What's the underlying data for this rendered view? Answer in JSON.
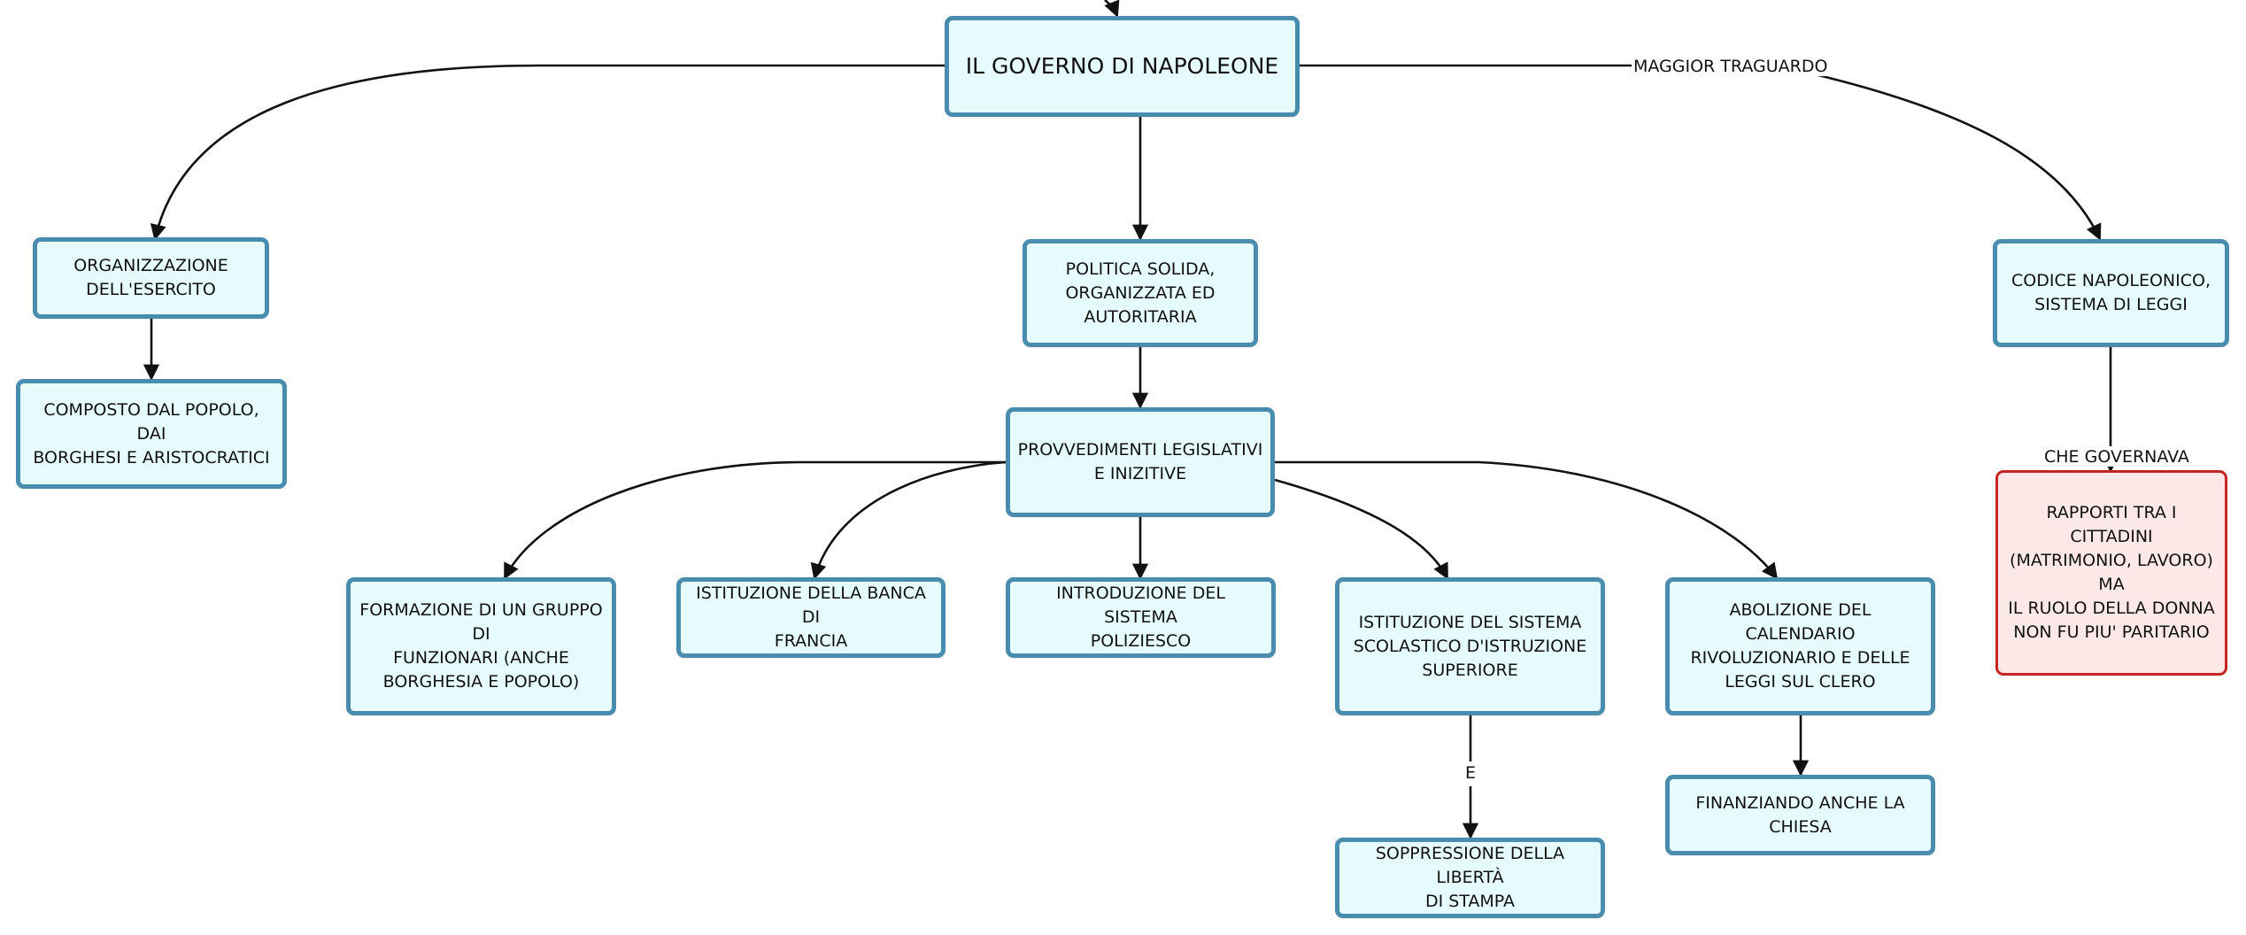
{
  "diagram": {
    "nodes": {
      "root": "IL GOVERNO DI NAPOLEONE",
      "esercito": "ORGANIZZAZIONE\nDELL'ESERCITO",
      "composto": "COMPOSTO DAL POPOLO, DAI\nBORGHESI E  ARISTOCRATICI",
      "politica": "POLITICA SOLIDA,\nORGANIZZATA ED\nAUTORITARIA",
      "provvedimenti": "PROVVEDIMENTI LEGISLATIVI\nE INIZITIVE",
      "codice": "CODICE NAPOLEONICO,\nSISTEMA DI LEGGI",
      "rapporti": "RAPPORTI TRA I CITTADINI\n(MATRIMONIO, LAVORO) MA\nIL RUOLO DELLA DONNA\nNON FU PIU' PARITARIO",
      "formazione": "FORMAZIONE DI UN GRUPPO DI\nFUNZIONARI (ANCHE\nBORGHESIA E POPOLO)",
      "banca": "ISTITUZIONE DELLA BANCA DI\nFRANCIA",
      "polizia": "INTRODUZIONE DEL SISTEMA\nPOLIZIESCO",
      "scuola": "ISTITUZIONE DEL SISTEMA\nSCOLASTICO D'ISTRUZIONE\nSUPERIORE",
      "abolizione": "ABOLIZIONE DEL CALENDARIO\nRIVOLUZIONARIO E DELLE\nLEGGI SUL CLERO",
      "soppressione": "SOPPRESSIONE DELLA LIBERTÀ\nDI STAMPA",
      "chiesa": "FINANZIANDO ANCHE LA\nCHIESA"
    },
    "edge_labels": {
      "traguardo": "MAGGIOR TRAGUARDO",
      "governava": "CHE GOVERNAVA",
      "e": "E"
    },
    "colors": {
      "node_fill": "#e6fbfd",
      "node_border": "#4a8cae",
      "highlight_fill": "#fde8e8",
      "highlight_border": "#c62424",
      "edge": "#111111"
    }
  }
}
